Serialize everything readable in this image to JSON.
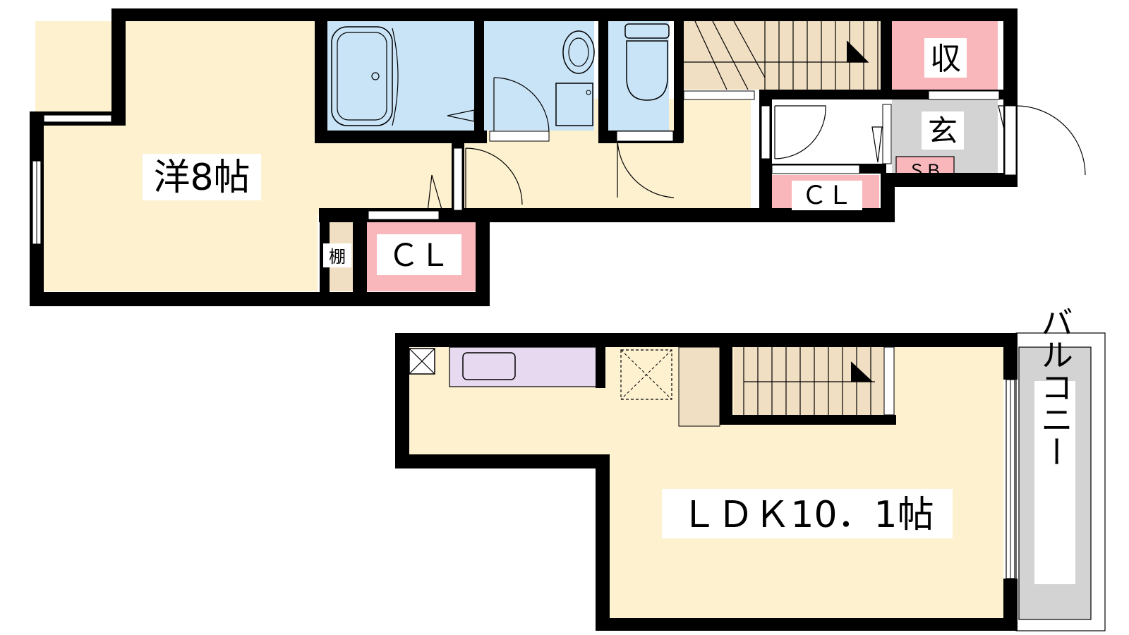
{
  "rooms": {
    "western_room": {
      "label": "洋8帖"
    },
    "ldk": {
      "label": "ＬＤＫ10．1帖"
    },
    "closet_western": {
      "label": "ＣＬ"
    },
    "closet_hall": {
      "label": "ＣＬ"
    },
    "storage": {
      "label": "収"
    },
    "entrance": {
      "label": "玄"
    },
    "shoe_box": {
      "label": "ＳＢ"
    },
    "shelf": {
      "label": "棚"
    },
    "balcony": {
      "label": "バルコニー"
    }
  },
  "colors": {
    "floor": "#fdf1d0",
    "wet_area": "#c9e3f7",
    "closet": "#f9b7bb",
    "entrance": "#d3d3d3",
    "shelf": "#f0dfc3",
    "stairs": "#f0dfc3",
    "kitchen": "#e6d9f0",
    "balcony": "#d3d3d3",
    "wall": "#000000"
  }
}
